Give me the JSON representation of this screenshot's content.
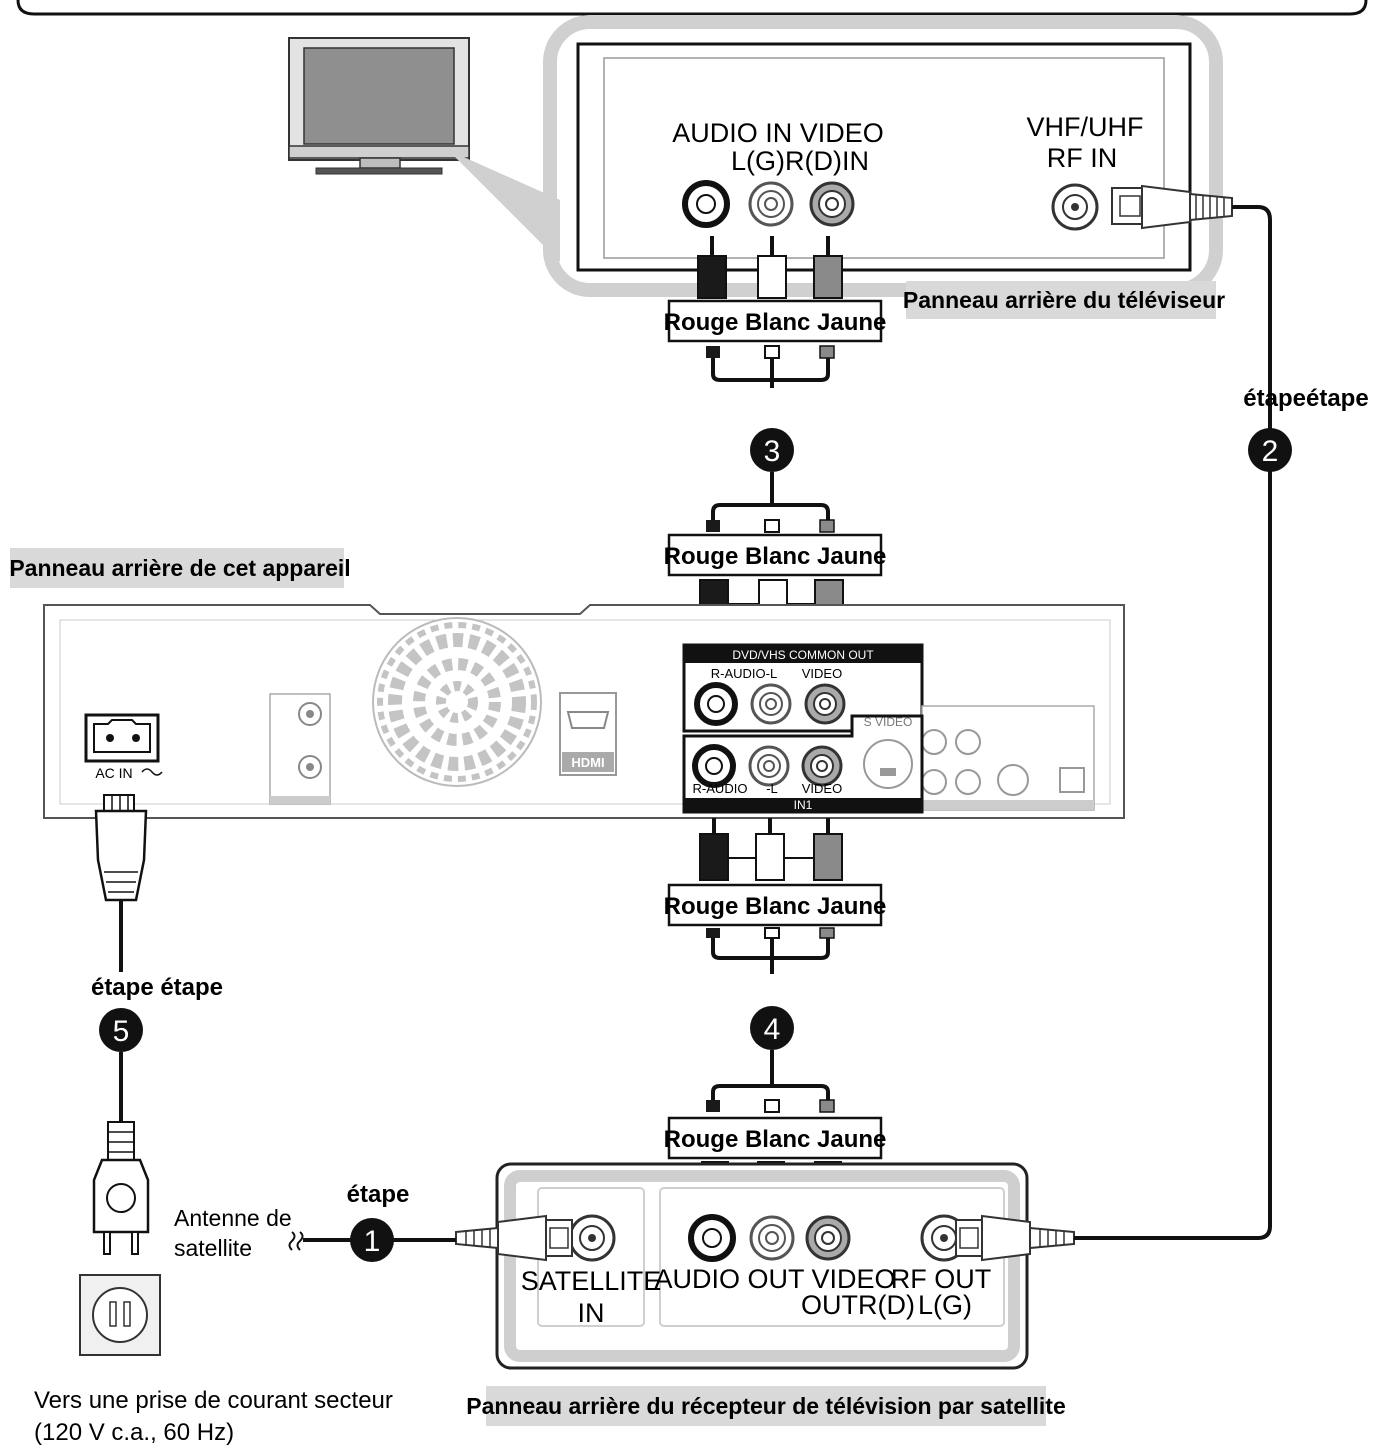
{
  "tv_panel": {
    "audio_in_video": "AUDIO IN VIDEO",
    "lg_rd_in": "L(G)R(D)IN",
    "vhf_uhf": "VHF/UHF",
    "rf_in": "RF IN",
    "caption": "Panneau arrière du téléviseur"
  },
  "cable_labels": {
    "top": "Rouge Blanc Jaune",
    "upper_mid": "Rouge Blanc Jaune",
    "lower_mid": "Rouge Blanc Jaune",
    "bottom": "Rouge Blanc Jaune"
  },
  "steps": {
    "step1_label": "étape",
    "step1_num": "1",
    "step2_label": "étapeétape",
    "step2_num": "2",
    "step3_num": "3",
    "step4_num": "4",
    "step5_label": "étape étape",
    "step5_num": "5"
  },
  "device_panel": {
    "caption": "Panneau arrière de cet appareil",
    "ac_in": "AC IN",
    "common_out": "DVD/VHS COMMON OUT",
    "r_audio_l": "R-AUDIO-L",
    "video_out": "VIDEO",
    "r_audio": "R-AUDIO",
    "l": "-L",
    "video_in": "VIDEO",
    "in1": "IN1",
    "s_video": "S VIDEO",
    "hdmi": "HDMI"
  },
  "satellite_panel": {
    "satellite": "SATELLITE",
    "in": "IN",
    "audio_out_video": "AUDIO OUT VIDEO",
    "out_rd": "OUTR(D)",
    "rf_out": "RF OUT",
    "lg": "L(G)",
    "caption": "Panneau arrière du récepteur de télévision par satellite"
  },
  "antenna": {
    "line1": "Antenne de",
    "line2": "satellite"
  },
  "outlet": {
    "line1": "Vers une prise de courant secteur",
    "line2": "(120 V c.a., 60 Hz)"
  },
  "colors": {
    "caption_bg": "#d9d9d9",
    "panel_outline": "#cfcfcf",
    "red_plug": "#1a1a1a",
    "white_plug": "#ffffff",
    "yellow_plug": "#8a8a8a"
  }
}
